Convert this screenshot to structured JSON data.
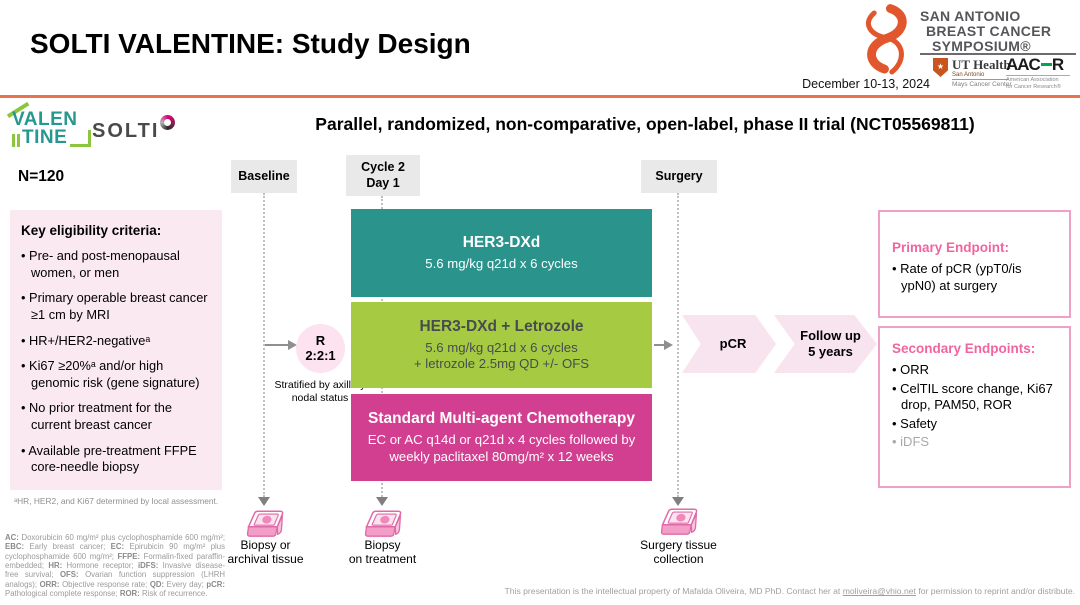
{
  "header": {
    "title": "SOLTI VALENTINE: Study Design",
    "date": "December 10-13, 2024",
    "sabcs_line1": "SAN ANTONIO",
    "sabcs_line2": "BREAST CANCER",
    "sabcs_line3": "SYMPOSIUM®",
    "ut_health_name": "UT Health",
    "ut_health_sub1": "San Antonio",
    "ut_health_sub2": "Mays Cancer Center",
    "aacr_name_left": "AAC",
    "aacr_name_right": "R",
    "aacr_sub1": "American Association",
    "aacr_sub2": "for Cancer Research®"
  },
  "branding": {
    "valentine_line1": "VALEN",
    "valentine_line2": "TINE",
    "solti": "SOLTI"
  },
  "study": {
    "n": "N=120",
    "subtitle": "Parallel, randomized, non-comparative, open-label, phase II trial (NCT05569811)"
  },
  "eligibility": {
    "title": "Key eligibility criteria:",
    "items": [
      "Pre- and post-menopausal women, or men",
      "Primary operable breast cancer ≥1 cm by MRI",
      "HR+/HER2-negativeᵃ",
      "Ki67 ≥20%ᵃ and/or high genomic risk (gene signature)",
      "No prior treatment for the current breast cancer",
      "Available pre-treatment FFPE core-needle biopsy"
    ],
    "footnote": "ᵃHR, HER2, and Ki67 determined by local assessment."
  },
  "abbreviations": [
    {
      "k": "AC:",
      "v": " Doxorubicin 60 mg/m² plus cyclophosphamide 600 mg/m²; "
    },
    {
      "k": "EBC:",
      "v": " Early breast cancer; "
    },
    {
      "k": "EC:",
      "v": " Epirubicin 90 mg/m² plus cyclophosphamide 600 mg/m²; "
    },
    {
      "k": "FFPE:",
      "v": " Formalin-fixed paraffin-embedded; "
    },
    {
      "k": "HR:",
      "v": " Hormone receptor; "
    },
    {
      "k": "iDFS:",
      "v": " Invasive disease-free survival; "
    },
    {
      "k": "OFS:",
      "v": " Ovarian function suppression (LHRH analogs); "
    },
    {
      "k": "ORR:",
      "v": " Objective response rate; "
    },
    {
      "k": "QD:",
      "v": " Every day; "
    },
    {
      "k": "pCR:",
      "v": " Pathological complete response; "
    },
    {
      "k": "ROR:",
      "v": " Risk of recurrence."
    }
  ],
  "timeline": {
    "baseline": "Baseline",
    "cycle2": "Cycle 2\nDay 1",
    "surgery": "Surgery"
  },
  "randomization": {
    "r": "R",
    "ratio": "2:2:1",
    "stratified": "Stratified by axillary nodal status"
  },
  "arms": [
    {
      "title": "HER3-DXd",
      "sub": "5.6 mg/kg q21d x 6 cycles",
      "bg": "#2a938b",
      "fg": "#ffffff"
    },
    {
      "title": "HER3-DXd + Letrozole",
      "sub": "5.6 mg/kg q21d x 6 cycles\n+ letrozole 2.5mg QD +/- OFS",
      "bg": "#a6cb42",
      "fg": "#474c52"
    },
    {
      "title": "Standard Multi-agent Chemotherapy",
      "sub": "EC or AC q14d or q21d x 4 cycles followed by\nweekly paclitaxel 80mg/m² x 12 weeks",
      "bg": "#d23e90",
      "fg": "#ffffff"
    }
  ],
  "flow": {
    "pcr": "pCR",
    "followup": "Follow up\n5 years"
  },
  "endpoints": {
    "primary_title": "Primary Endpoint:",
    "primary_item": "Rate of pCR (ypT0/is ypN0) at surgery",
    "secondary_title": "Secondary Endpoints:",
    "secondary_items": [
      "ORR",
      "CelTIL score change, Ki67 drop, PAM50, ROR",
      "Safety",
      "iDFS"
    ]
  },
  "tissue": {
    "baseline": "Biopsy or\narchival tissue",
    "on_treatment": "Biopsy\non treatment",
    "surgery": "Surgery tissue\ncollection"
  },
  "footer": {
    "pre": "This presentation is the intellectual property of Mafalda Oliveira, MD PhD. Contact her at ",
    "email": "moliveira@vhio.net",
    "post": " for permission to reprint and/or distribute."
  },
  "colors": {
    "accent_orange": "#e8744f",
    "teal": "#2a938b",
    "green": "#a6cb42",
    "magenta": "#d23e90",
    "pink_light": "#fbe9f2",
    "pink_endpoint_title": "#f0659f",
    "sabcs_orange": "#e1562c"
  }
}
